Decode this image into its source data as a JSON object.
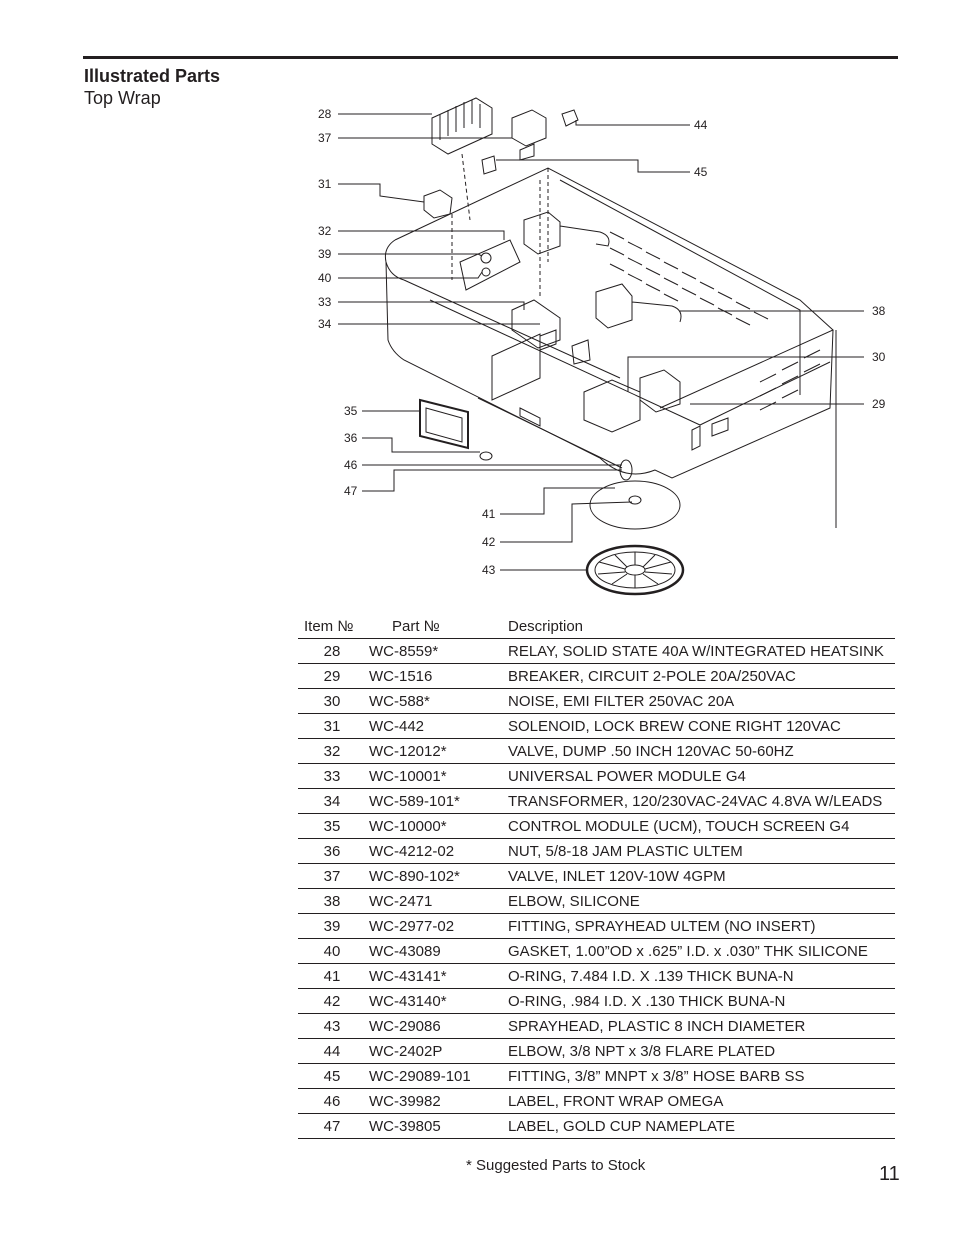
{
  "header": {
    "title": "Illustrated Parts",
    "subtitle": "Top Wrap"
  },
  "diagram": {
    "callouts": [
      "28",
      "37",
      "31",
      "32",
      "39",
      "40",
      "33",
      "34",
      "35",
      "36",
      "46",
      "47",
      "41",
      "42",
      "43",
      "44",
      "45",
      "38",
      "30",
      "29"
    ]
  },
  "table": {
    "headers": {
      "item": "Item №",
      "part": "Part №",
      "description": "Description"
    },
    "rows": [
      {
        "item": "28",
        "part": "WC-8559*",
        "description": "RELAY, SOLID STATE 40A W/INTEGRATED HEATSINK"
      },
      {
        "item": "29",
        "part": "WC-1516",
        "description": "BREAKER, CIRCUIT 2-POLE 20A/250VAC"
      },
      {
        "item": "30",
        "part": "WC-588*",
        "description": "NOISE, EMI FILTER 250VAC 20A"
      },
      {
        "item": "31",
        "part": "WC-442",
        "description": "SOLENOID, LOCK BREW CONE RIGHT 120VAC"
      },
      {
        "item": "32",
        "part": "WC-12012*",
        "description": "VALVE, DUMP .50 INCH 120VAC 50-60HZ"
      },
      {
        "item": "33",
        "part": "WC-10001*",
        "description": "UNIVERSAL POWER MODULE G4"
      },
      {
        "item": "34",
        "part": "WC-589-101*",
        "description": "TRANSFORMER, 120/230VAC-24VAC 4.8VA W/LEADS"
      },
      {
        "item": "35",
        "part": "WC-10000*",
        "description": "CONTROL MODULE (UCM), TOUCH SCREEN G4"
      },
      {
        "item": "36",
        "part": "WC-4212-02",
        "description": "NUT, 5/8-18 JAM PLASTIC ULTEM"
      },
      {
        "item": "37",
        "part": "WC-890-102*",
        "description": "VALVE, INLET 120V-10W 4GPM"
      },
      {
        "item": "38",
        "part": "WC-2471",
        "description": "ELBOW, SILICONE"
      },
      {
        "item": "39",
        "part": "WC-2977-02",
        "description": "FITTING, SPRAYHEAD ULTEM (NO INSERT)"
      },
      {
        "item": "40",
        "part": "WC-43089",
        "description": "GASKET, 1.00”OD x .625” I.D. x .030” THK SILICONE"
      },
      {
        "item": "41",
        "part": "WC-43141*",
        "description": "O-RING, 7.484 I.D. X .139 THICK BUNA-N"
      },
      {
        "item": "42",
        "part": "WC-43140*",
        "description": "O-RING, .984 I.D. X .130 THICK BUNA-N"
      },
      {
        "item": "43",
        "part": "WC-29086",
        "description": "SPRAYHEAD, PLASTIC 8 INCH DIAMETER"
      },
      {
        "item": "44",
        "part": "WC-2402P",
        "description": "ELBOW, 3/8 NPT x 3/8 FLARE PLATED"
      },
      {
        "item": "45",
        "part": "WC-29089-101",
        "description": "FITTING, 3/8” MNPT x 3/8” HOSE BARB SS"
      },
      {
        "item": "46",
        "part": "WC-39982",
        "description": "LABEL, FRONT WRAP OMEGA"
      },
      {
        "item": "47",
        "part": "WC-39805",
        "description": "LABEL, GOLD CUP NAMEPLATE"
      }
    ]
  },
  "footnote": "* Suggested Parts to Stock",
  "page_number": "11"
}
